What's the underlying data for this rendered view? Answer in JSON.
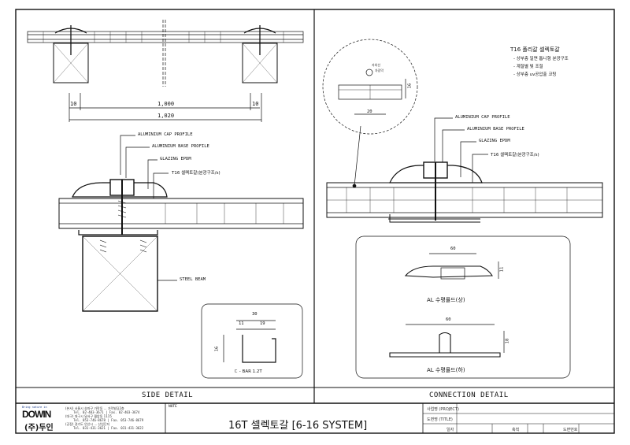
{
  "sheet": {
    "left_panel_title": "SIDE DETAIL",
    "right_panel_title": "CONNECTION DETAIL",
    "drawing_title": "16T 셀렉토갈 [6-16 SYSTEM]",
    "note_label": "NOTE"
  },
  "company": {
    "logo_tagline": "Bring nature in",
    "logo_en": "DOWIN",
    "logo_kr": "(주)두인",
    "address_lines": [
      "(본사) 서울시 송파구 가락동 ... 가락빌딩2층",
      "Tel. 02-403-3671 | Fax. 02-403-3674",
      "(대구) 대구시 달서구 월암동 1115",
      "Tel. 053-746-8678 | Fax. 053-746-8679",
      "(공장) 경기도 안산시 ... 산업단지",
      "Tel. 031-431-3621 | Fax. 031-431-3622"
    ]
  },
  "title_block": {
    "project_label": "사업명 (PROJECT)",
    "title_label": "도면명 (TITLE)",
    "date_label": "일자",
    "scale_label": "축척",
    "drawing_no_label": "도면번호"
  },
  "side_detail": {
    "dims": {
      "left_edge": "10",
      "span": "1,000",
      "right_edge": "10",
      "total": "1,020"
    },
    "labels": {
      "cap": "ALUMINIUM CAP PROFILE",
      "base": "ALUMINIUM BASE PROFILE",
      "epdm": "GLAZING EPDM",
      "sheet": "T16 셀렉토갈(분광구조/s)",
      "beam": "STEEL BEAM"
    },
    "cbar": {
      "dim_total": "30",
      "dim_a": "11",
      "dim_b": "19",
      "dim_h": "16",
      "label": "ㄷ - BAR 1.2T"
    }
  },
  "connection_detail": {
    "spec_title": "T16 폴리갈 셀렉토갈",
    "spec_items": [
      "- 상부층 일면 톱니형 분광구조",
      "- 계절별 빛 조절",
      "- 상부층 uv공압출 코팅"
    ],
    "zoom_dims": {
      "height": "16",
      "width": "20"
    },
    "zoom_labels": [
      "자외선",
      "차광막"
    ],
    "labels": {
      "cap": "ALUMINIUM CAP PROFILE",
      "base": "ALUMINIUM BASE PROFILE",
      "epdm": "GLAZING EPDM",
      "sheet": "T16 셀렉토갈(분광구조/s)"
    },
    "upper_profile": {
      "width": "60",
      "height": "11",
      "label": "AL 수평몰드(상)"
    },
    "lower_profile": {
      "width": "60",
      "height": "18",
      "label": "AL 수평몰드(하)"
    }
  }
}
